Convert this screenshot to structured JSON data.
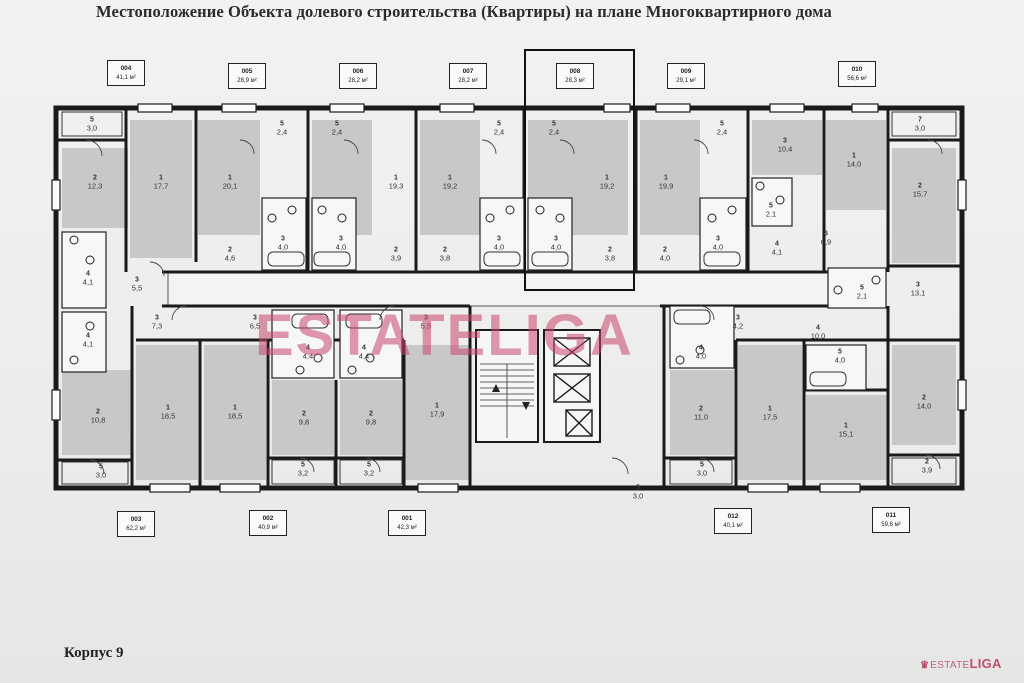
{
  "title": "Местоположение Объекта долевого строительства (Квартиры) на плане Многоквартирного дома",
  "building_label": "Корпус 9",
  "watermark": "ESTATELIGA",
  "brand_corner": {
    "part1": "ESTATE",
    "part2": "LIGA"
  },
  "apartment_tags": [
    {
      "number": "004",
      "area": "41,1 м²"
    },
    {
      "number": "005",
      "area": "28,9 м²"
    },
    {
      "number": "006",
      "area": "28,2 м²"
    },
    {
      "number": "007",
      "area": "28,2 м²"
    },
    {
      "number": "008",
      "area": "28,3 м²"
    },
    {
      "number": "009",
      "area": "29,1 м²"
    },
    {
      "number": "010",
      "area": "56,6 м²"
    },
    {
      "number": "003",
      "area": "62,2 м²"
    },
    {
      "number": "002",
      "area": "40,9 м²"
    },
    {
      "number": "001",
      "area": "42,3 м²"
    },
    {
      "number": "012",
      "area": "40,1 м²"
    },
    {
      "number": "011",
      "area": "59,6 м²"
    }
  ],
  "rooms": [
    {
      "room": "5",
      "value": "3,0"
    },
    {
      "room": "2",
      "value": "12,3"
    },
    {
      "room": "1",
      "value": "17,7"
    },
    {
      "room": "1",
      "value": "20,1"
    },
    {
      "room": "5",
      "value": "2,4"
    },
    {
      "room": "5",
      "value": "2,4"
    },
    {
      "room": "1",
      "value": "19,3"
    },
    {
      "room": "1",
      "value": "19,2"
    },
    {
      "room": "5",
      "value": "2,4"
    },
    {
      "room": "5",
      "value": "2,4"
    },
    {
      "room": "1",
      "value": "19,2"
    },
    {
      "room": "1",
      "value": "19,9"
    },
    {
      "room": "5",
      "value": "2,4"
    },
    {
      "room": "3",
      "value": "10,4"
    },
    {
      "room": "1",
      "value": "14,0"
    },
    {
      "room": "7",
      "value": "3,0"
    },
    {
      "room": "2",
      "value": "15,7"
    },
    {
      "room": "2",
      "value": "4,6"
    },
    {
      "room": "3",
      "value": "4,0"
    },
    {
      "room": "3",
      "value": "4,0"
    },
    {
      "room": "2",
      "value": "3,9"
    },
    {
      "room": "2",
      "value": "3,8"
    },
    {
      "room": "3",
      "value": "4,0"
    },
    {
      "room": "3",
      "value": "4,0"
    },
    {
      "room": "2",
      "value": "3,8"
    },
    {
      "room": "2",
      "value": "4,0"
    },
    {
      "room": "3",
      "value": "4,0"
    },
    {
      "room": "5",
      "value": "2,1"
    },
    {
      "room": "4",
      "value": "4,1"
    },
    {
      "room": "6",
      "value": "6,9"
    },
    {
      "room": "4",
      "value": "4,1"
    },
    {
      "room": "3",
      "value": "5,5"
    },
    {
      "room": "4",
      "value": "4,1"
    },
    {
      "room": "3",
      "value": "7,3"
    },
    {
      "room": "3",
      "value": "6,5"
    },
    {
      "room": "3",
      "value": "5,5"
    },
    {
      "room": "4",
      "value": "4,4"
    },
    {
      "room": "4",
      "value": "4,4"
    },
    {
      "room": "5",
      "value": "2,1"
    },
    {
      "room": "3",
      "value": "13,1"
    },
    {
      "room": "4",
      "value": "10,0"
    },
    {
      "room": "3",
      "value": "4,2"
    },
    {
      "room": "4",
      "value": "4,0"
    },
    {
      "room": "5",
      "value": "4,0"
    },
    {
      "room": "2",
      "value": "10,8"
    },
    {
      "room": "1",
      "value": "18,5"
    },
    {
      "room": "1",
      "value": "18,5"
    },
    {
      "room": "2",
      "value": "9,8"
    },
    {
      "room": "2",
      "value": "9,8"
    },
    {
      "room": "1",
      "value": "17,9"
    },
    {
      "room": "2",
      "value": "11,0"
    },
    {
      "room": "1",
      "value": "17,5"
    },
    {
      "room": "1",
      "value": "15,1"
    },
    {
      "room": "2",
      "value": "14,0"
    },
    {
      "room": "5",
      "value": "3,0"
    },
    {
      "room": "5",
      "value": "3,2"
    },
    {
      "room": "5",
      "value": "3,2"
    },
    {
      "room": "5",
      "value": "3,0"
    },
    {
      "room": "2",
      "value": "3,9"
    },
    {
      "room": "5",
      "value": "3,0"
    }
  ]
}
